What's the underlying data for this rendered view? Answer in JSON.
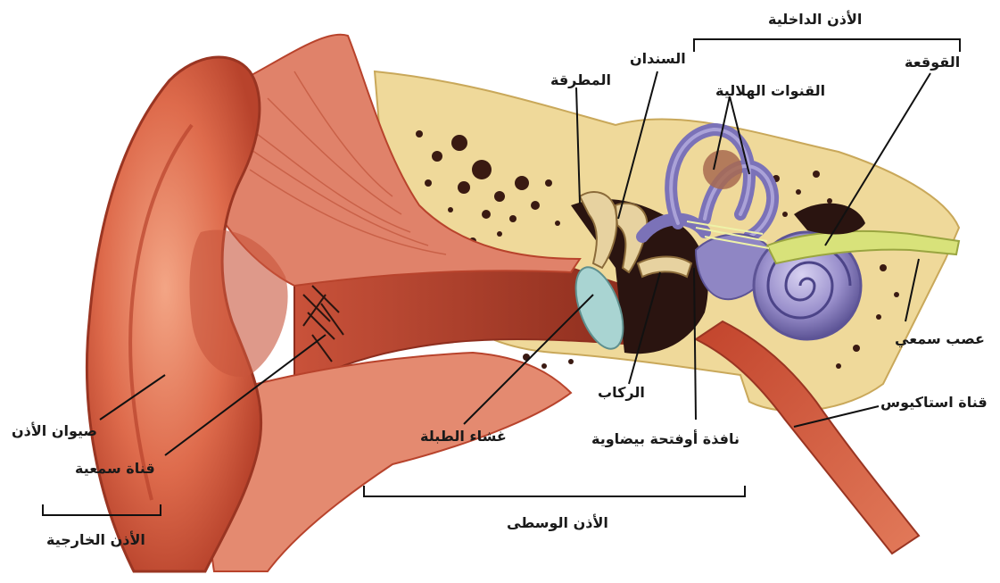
{
  "labels": {
    "inner_ear": "الأذن الداخلية",
    "cochlea": "القوقعة",
    "incus": "السندان",
    "malleus": "المطرقة",
    "semicircular_canals": "القنوات الهلالية",
    "auditory_nerve": "عصب سمعي",
    "eustachian_tube": "قناة استاكيوس",
    "stapes": "الركاب",
    "oval_window": "نافذة أوفتحة بيضاوية",
    "eardrum": "غشاء الطبلة",
    "pinna": "صيوان الأذن",
    "ear_canal": "قناة سمعية",
    "outer_ear": "الأذن الخارجية",
    "middle_ear": "الأذن الوسطى"
  },
  "colors": {
    "skin": "#d9664a",
    "skin_dark": "#b8432c",
    "skin_light": "#f0a080",
    "bone": "#efd99a",
    "bone_dark": "#c9a85a",
    "cochlea": "#8f86c4",
    "cochlea_dark": "#5d5496",
    "eardrum": "#a9d4d2",
    "nerve": "#d8e27a",
    "cavity": "#2a1410"
  }
}
